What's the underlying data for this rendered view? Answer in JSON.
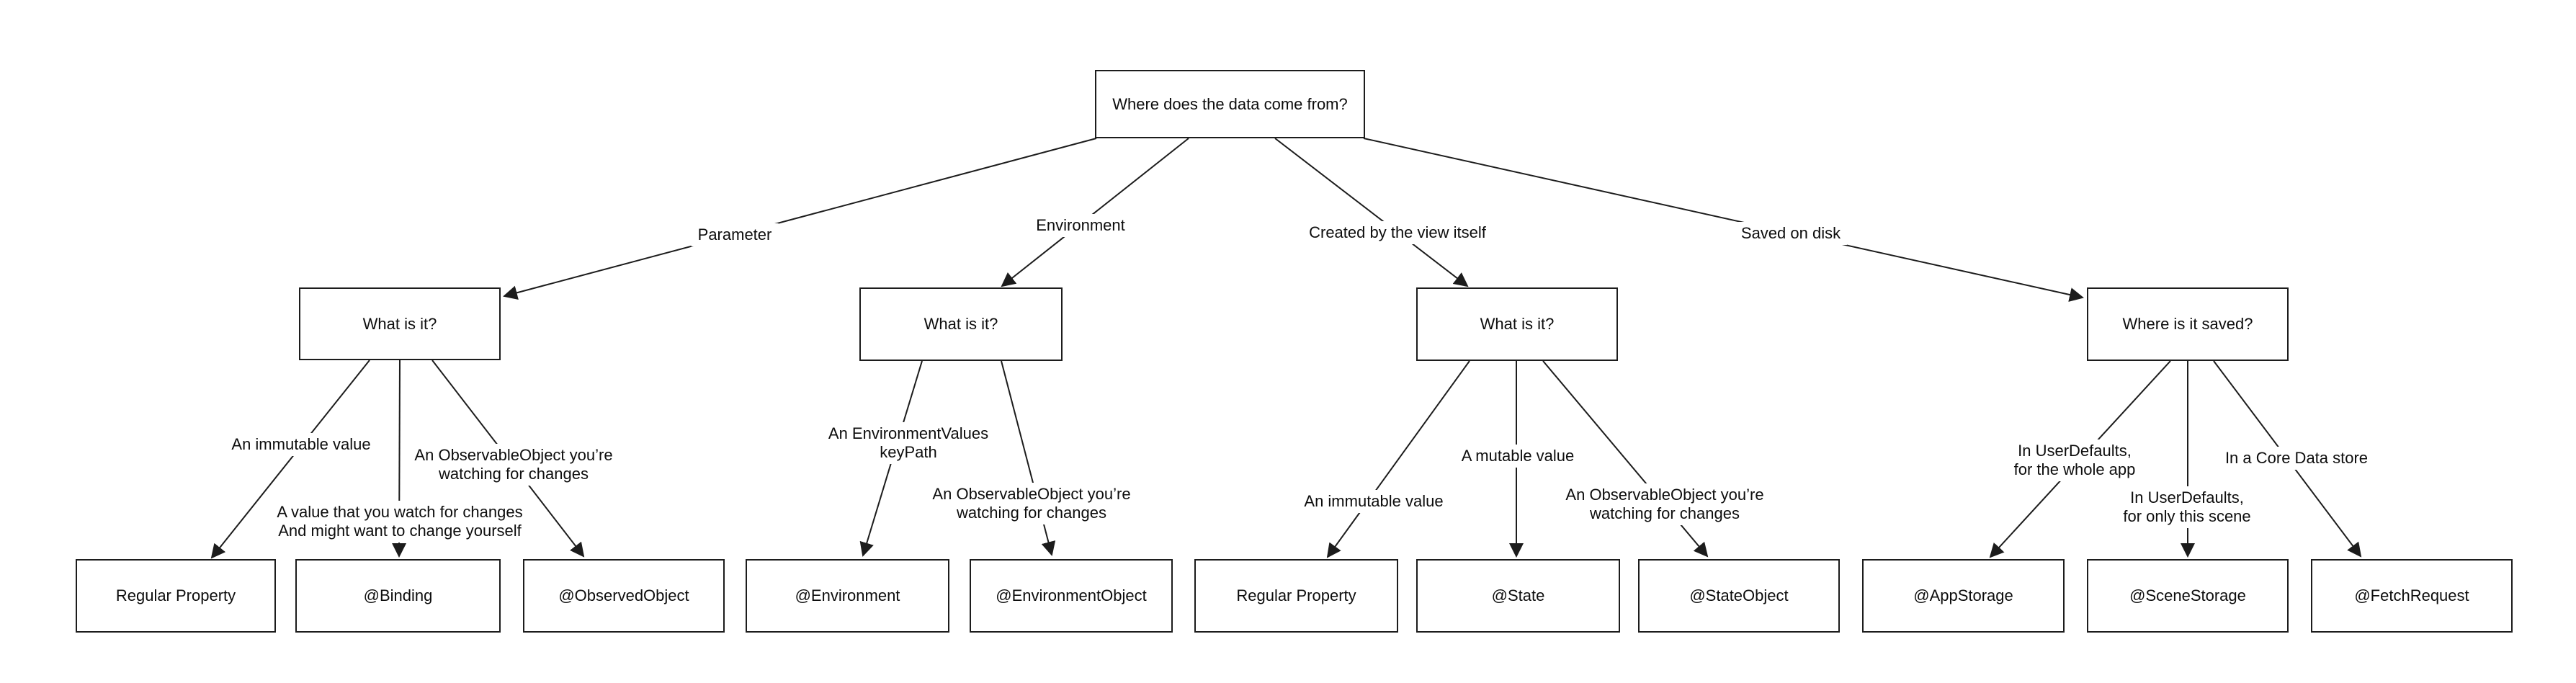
{
  "diagram_title": "Where does the data come from?",
  "nodes": [
    {
      "id": "root",
      "label": "Where does the data come from?"
    },
    {
      "id": "what-is-it-1",
      "label": "What is it?"
    },
    {
      "id": "what-is-it-2",
      "label": "What is it?"
    },
    {
      "id": "what-is-it-3",
      "label": "What is it?"
    },
    {
      "id": "where-is-it-saved",
      "label": "Where is it saved?"
    },
    {
      "id": "regular-property-1",
      "label": "Regular Property"
    },
    {
      "id": "binding",
      "label": "@Binding"
    },
    {
      "id": "observed-object",
      "label": "@ObservedObject"
    },
    {
      "id": "environment",
      "label": "@Environment"
    },
    {
      "id": "environment-object",
      "label": "@EnvironmentObject"
    },
    {
      "id": "regular-property-2",
      "label": "Regular Property"
    },
    {
      "id": "state",
      "label": "@State"
    },
    {
      "id": "state-object",
      "label": "@StateObject"
    },
    {
      "id": "app-storage",
      "label": "@AppStorage"
    },
    {
      "id": "scene-storage",
      "label": "@SceneStorage"
    },
    {
      "id": "fetch-request",
      "label": "@FetchRequest"
    }
  ],
  "labels": [
    {
      "id": "parameter",
      "lines": [
        "Parameter"
      ]
    },
    {
      "id": "environment-branch",
      "lines": [
        "Environment"
      ]
    },
    {
      "id": "created-by-view",
      "lines": [
        "Created by the view itself"
      ]
    },
    {
      "id": "saved-on-disk",
      "lines": [
        "Saved on disk"
      ]
    },
    {
      "id": "immutable-value-1",
      "lines": [
        "An immutable value"
      ]
    },
    {
      "id": "observable-object-1",
      "lines": [
        "An ObservableObject you’re",
        "watching for changes"
      ]
    },
    {
      "id": "value-you-watch",
      "lines": [
        "A value that you watch for changes",
        "And might want to change yourself"
      ]
    },
    {
      "id": "environmentvalues-keypath",
      "lines": [
        "An EnvironmentValues",
        "keyPath"
      ]
    },
    {
      "id": "observable-object-2",
      "lines": [
        "An ObservableObject you’re",
        "watching for changes"
      ]
    },
    {
      "id": "immutable-value-2",
      "lines": [
        "An immutable value"
      ]
    },
    {
      "id": "mutable-value",
      "lines": [
        "A mutable value"
      ]
    },
    {
      "id": "observable-object-3",
      "lines": [
        "An ObservableObject you’re",
        "watching for changes"
      ]
    },
    {
      "id": "userdefaults-whole-app",
      "lines": [
        "In UserDefaults,",
        "for the whole app"
      ]
    },
    {
      "id": "userdefaults-this-scene",
      "lines": [
        "In UserDefaults,",
        "for only this scene"
      ]
    },
    {
      "id": "core-data-store",
      "lines": [
        "In a Core Data store"
      ]
    }
  ],
  "colors": {
    "line": "#1c1c1c",
    "box_border": "#1c1c1c",
    "background": "#ffffff",
    "text": "#0d0d0d"
  }
}
